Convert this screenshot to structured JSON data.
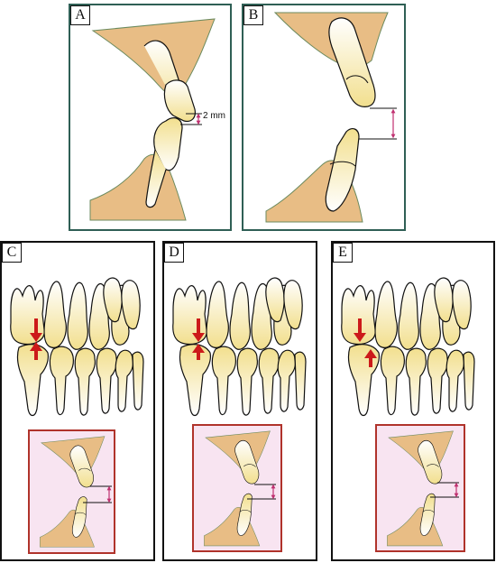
{
  "panels": {
    "a": {
      "label": "A",
      "measure": "2 mm"
    },
    "b": {
      "label": "B"
    },
    "c": {
      "label": "C"
    },
    "d": {
      "label": "D"
    },
    "e": {
      "label": "E"
    }
  },
  "colors": {
    "bone": "#e8bd85",
    "tooth": "#fdf7d3",
    "tooth_root": "#f4e39a",
    "arrow": "#cc1a1a",
    "measure": "#c03070",
    "inset_border": "#b0332b",
    "inset_bg": "#f8e4f1",
    "top_border": "#2f5f55"
  }
}
